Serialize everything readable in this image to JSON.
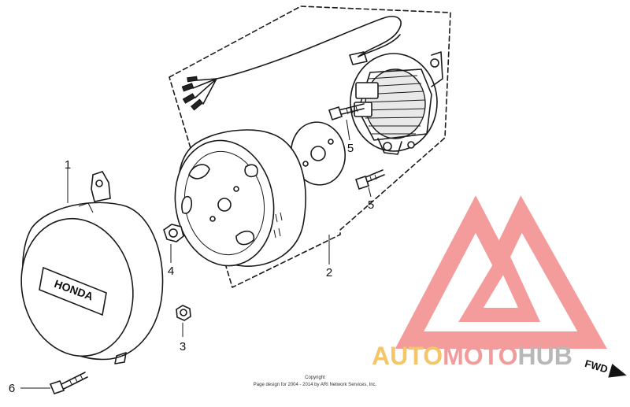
{
  "callouts": [
    {
      "label": "1",
      "part": "generator-cover"
    },
    {
      "label": "2",
      "part": "flywheel-rotor"
    },
    {
      "label": "3",
      "part": "nut"
    },
    {
      "label": "4",
      "part": "flange-nut"
    },
    {
      "label": "5",
      "part": "bolt-upper"
    },
    {
      "label": "5",
      "part": "bolt-lower"
    },
    {
      "label": "6",
      "part": "cover-bolt"
    }
  ],
  "cover_logo_text": "HONDA",
  "copyright": {
    "line1": "Copyright",
    "line2": "Page design for 2004 - 2014 by ARI Network Services, Inc."
  },
  "watermark": {
    "brand_a": "AUTO",
    "brand_b": "MOTO",
    "brand_c": "HUB",
    "color_a": "#f5c56a",
    "color_b": "#f39a9a",
    "color_c": "#b8b8b8",
    "triangle_color": "#f38a8a"
  },
  "direction_label": "FWD"
}
